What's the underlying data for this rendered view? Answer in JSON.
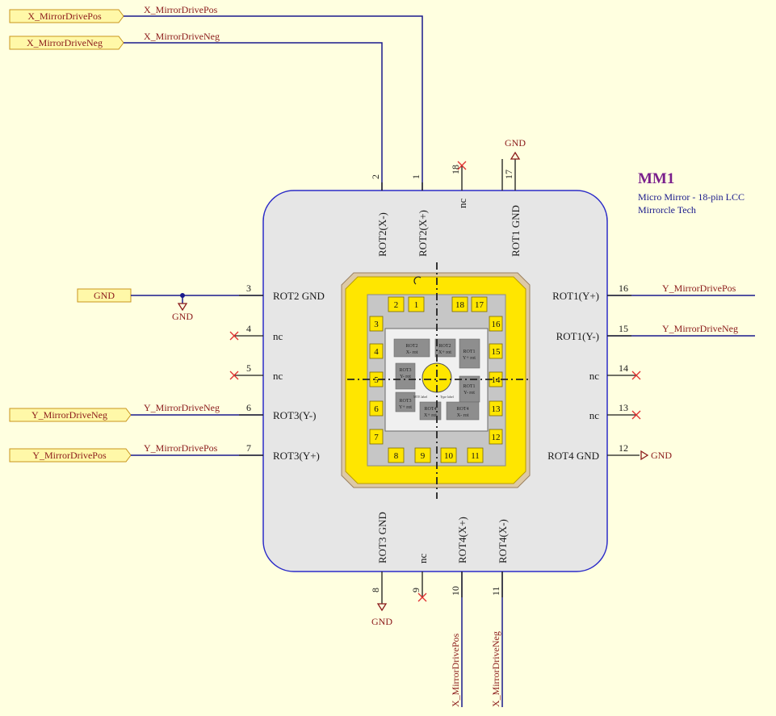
{
  "component": {
    "designator": "MM1",
    "description": "Micro Mirror - 18-pin LCC",
    "manufacturer": "Mirrorcle Tech"
  },
  "ports": {
    "x_pos": "X_MirrorDrivePos",
    "x_neg": "X_MirrorDriveNeg",
    "gnd": "GND",
    "y_neg": "Y_MirrorDriveNeg",
    "y_pos": "Y_MirrorDrivePos"
  },
  "net_labels": {
    "x_pos": "X_MirrorDrivePos",
    "x_neg": "X_MirrorDriveNeg",
    "y_pos": "Y_MirrorDrivePos",
    "y_neg": "Y_MirrorDriveNeg",
    "x_pos_bottom": "X_MirrorDrivePos",
    "x_neg_bottom": "X_MirrorDriveNeg",
    "y_pos_left": "Y_MirrorDrivePos",
    "y_neg_left": "Y_MirrorDriveNeg"
  },
  "power": {
    "gnd_left": "GND",
    "gnd_top": "GND",
    "gnd_right": "GND",
    "gnd_bottom": "GND"
  },
  "pins": {
    "p1": {
      "num": "1",
      "name": "ROT2(X+)"
    },
    "p2": {
      "num": "2",
      "name": "ROT2(X-)"
    },
    "p3": {
      "num": "3",
      "name": "ROT2 GND"
    },
    "p4": {
      "num": "4",
      "name": "nc"
    },
    "p5": {
      "num": "5",
      "name": "nc"
    },
    "p6": {
      "num": "6",
      "name": "ROT3(Y-)"
    },
    "p7": {
      "num": "7",
      "name": "ROT3(Y+)"
    },
    "p8": {
      "num": "8",
      "name": "ROT3 GND"
    },
    "p9": {
      "num": "9",
      "name": "nc"
    },
    "p10": {
      "num": "10",
      "name": "ROT4(X+)"
    },
    "p11": {
      "num": "11",
      "name": "ROT4(X-)"
    },
    "p12": {
      "num": "12",
      "name": "ROT4 GND"
    },
    "p13": {
      "num": "13",
      "name": "nc"
    },
    "p14": {
      "num": "14",
      "name": "nc"
    },
    "p15": {
      "num": "15",
      "name": "ROT1(Y-)"
    },
    "p16": {
      "num": "16",
      "name": "ROT1(Y+)"
    },
    "p17": {
      "num": "17",
      "name": "ROT1 GND"
    },
    "p18": {
      "num": "18",
      "name": "nc"
    }
  },
  "package": {
    "pad_numbers": {
      "top": [
        "2",
        "1",
        "18",
        "17"
      ],
      "left": [
        "3",
        "4",
        "5",
        "6",
        "7"
      ],
      "right": [
        "16",
        "15",
        "14",
        "13",
        "12"
      ],
      "bottom": [
        "8",
        "9",
        "10",
        "11"
      ]
    },
    "rot2_x": {
      "l1": "ROT2",
      "l2": "X- rot"
    },
    "rot2_xp": {
      "l1": "ROT2",
      "l2": "X+ rot"
    },
    "rot1_yp": {
      "l1": "ROT1",
      "l2": "Y+ rot"
    },
    "rot3_y": {
      "l1": "ROT3",
      "l2": "Y- rot"
    },
    "rot1_y": {
      "l1": "ROT1",
      "l2": "Y- rot"
    },
    "rot3_yp": {
      "l1": "ROT3",
      "l2": "Y+ rot"
    },
    "rot4_xp": {
      "l1": "ROT4",
      "l2": "X+ rot"
    },
    "rot4_x": {
      "l1": "ROT4",
      "l2": "X- rot"
    },
    "small_left": "MTE label",
    "small_right": "Type label"
  },
  "colors": {
    "background": "#FFFFE0",
    "wire": "#1A1A8C",
    "text_red": "#8B1A1A",
    "body_fill": "#E6E6E6",
    "body_stroke": "#2B2BC8",
    "port_fill": "#FFF8A8",
    "port_stroke": "#C8961E",
    "designator": "#7A1F8C",
    "nc_cross": "#E03030",
    "pad_yellow": "#FFE600"
  }
}
